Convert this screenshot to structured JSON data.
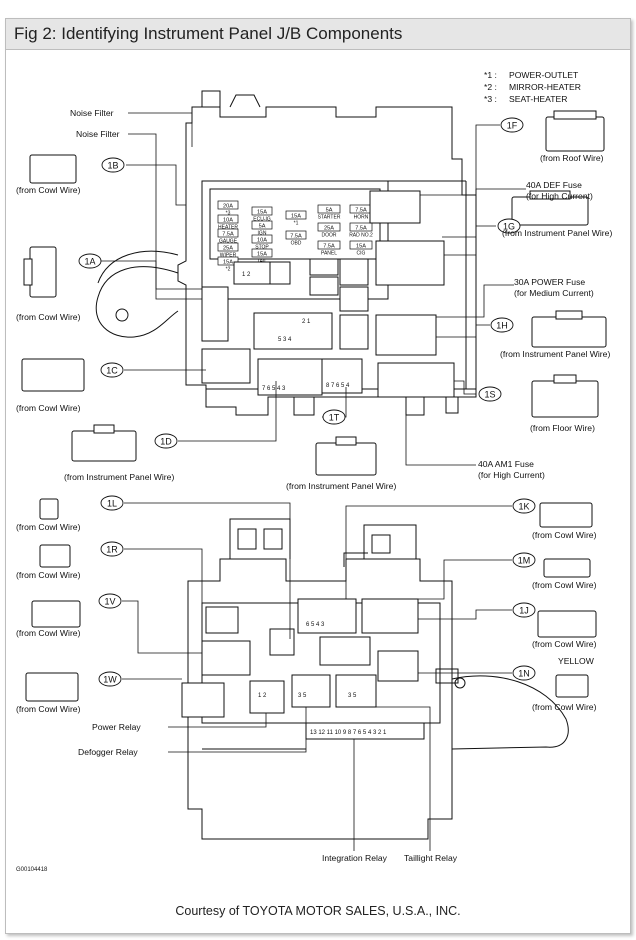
{
  "title": "Fig 2: Identifying Instrument Panel J/B Components",
  "credit": "Courtesy of TOYOTA MOTOR SALES, U.S.A., INC.",
  "figure_code": "G00104418",
  "legend": [
    {
      "mark": "*1 :",
      "text": "POWER-OUTLET"
    },
    {
      "mark": "*2 :",
      "text": "MIRROR-HEATER"
    },
    {
      "mark": "*3 :",
      "text": "SEAT-HEATER"
    }
  ],
  "callouts": {
    "noise_filter_1": "Noise Filter",
    "noise_filter_2": "Noise Filter",
    "def_fuse": "40A DEF Fuse",
    "def_fuse_sub": "(for High Current)",
    "power_fuse": "30A POWER Fuse",
    "power_fuse_sub": "(for Medium Current)",
    "am1_fuse": "40A AM1 Fuse",
    "am1_fuse_sub": "(for High Current)",
    "power_relay": "Power Relay",
    "defogger_relay": "Defogger Relay",
    "integration_relay": "Integration Relay",
    "taillight_relay": "Taillight Relay",
    "yellow": "YELLOW"
  },
  "connectors": {
    "c1F": {
      "code": "1F",
      "wire": "(from Roof Wire)"
    },
    "c1B": {
      "code": "1B",
      "wire": "(from Cowl Wire)"
    },
    "c1G": {
      "code": "1G",
      "wire": "(from Instrument Panel Wire)"
    },
    "c1A": {
      "code": "1A",
      "wire": "(from Cowl Wire)"
    },
    "c1H": {
      "code": "1H",
      "wire": "(from Instrument Panel Wire)"
    },
    "c1C": {
      "code": "1C",
      "wire": "(from Cowl Wire)"
    },
    "c1S": {
      "code": "1S",
      "wire": "(from Floor Wire)"
    },
    "c1D": {
      "code": "1D",
      "wire": "(from Instrument Panel Wire)"
    },
    "c1T": {
      "code": "1T",
      "wire": "(from Instrument Panel Wire)"
    },
    "c1L": {
      "code": "1L",
      "wire": "(from Cowl Wire)"
    },
    "c1K": {
      "code": "1K",
      "wire": "(from Cowl Wire)"
    },
    "c1R": {
      "code": "1R",
      "wire": "(from Cowl Wire)"
    },
    "c1M": {
      "code": "1M",
      "wire": "(from Cowl Wire)"
    },
    "c1V": {
      "code": "1V",
      "wire": "(from Cowl Wire)"
    },
    "c1J": {
      "code": "1J",
      "wire": "(from Cowl Wire)"
    },
    "c1W": {
      "code": "1W",
      "wire": "(from Cowl Wire)"
    },
    "c1N": {
      "code": "1N",
      "wire": "(from Cowl Wire)"
    }
  },
  "fuses_left": [
    {
      "rating": "20A",
      "name": "*3"
    },
    {
      "rating": "10A",
      "name": "HEATER"
    },
    {
      "rating": "7.5A",
      "name": "GAUGE"
    },
    {
      "rating": "25A",
      "name": "WIPER"
    },
    {
      "rating": "15A",
      "name": "*2"
    }
  ],
  "fuses_mid": [
    {
      "rating": "15A",
      "name": "ECU-IG"
    },
    {
      "rating": "5A",
      "name": "IGN"
    },
    {
      "rating": "10A",
      "name": "STOP"
    },
    {
      "rating": "15A",
      "name": "TAIL"
    }
  ],
  "fuses_col3": [
    {
      "rating": "15A",
      "name": "*1"
    },
    {
      "rating": "7.5A",
      "name": "OBD"
    }
  ],
  "fuses_col4": [
    {
      "rating": "5A",
      "name": "STARTER"
    },
    {
      "rating": "25A",
      "name": "DOOR"
    },
    {
      "rating": "7.5A",
      "name": "PANEL"
    }
  ],
  "fuses_col5": [
    {
      "rating": "7.5A",
      "name": "HORN"
    },
    {
      "rating": "7.5A",
      "name": "RAD NO.2"
    },
    {
      "rating": "15A",
      "name": "CIG"
    }
  ],
  "relay_pins": {
    "upper_a": "1 2",
    "upper_b": "5 3 4",
    "upper_c": "2 1",
    "upper_d": "7 6 5 4 3",
    "upper_e": "8 7 6 5 4",
    "lower_a": "6 5 4 3",
    "lower_b": "3 5",
    "lower_c": "1 2",
    "strip": "13 12 11 10 9 8 7 6 5 4 3 2 1"
  }
}
